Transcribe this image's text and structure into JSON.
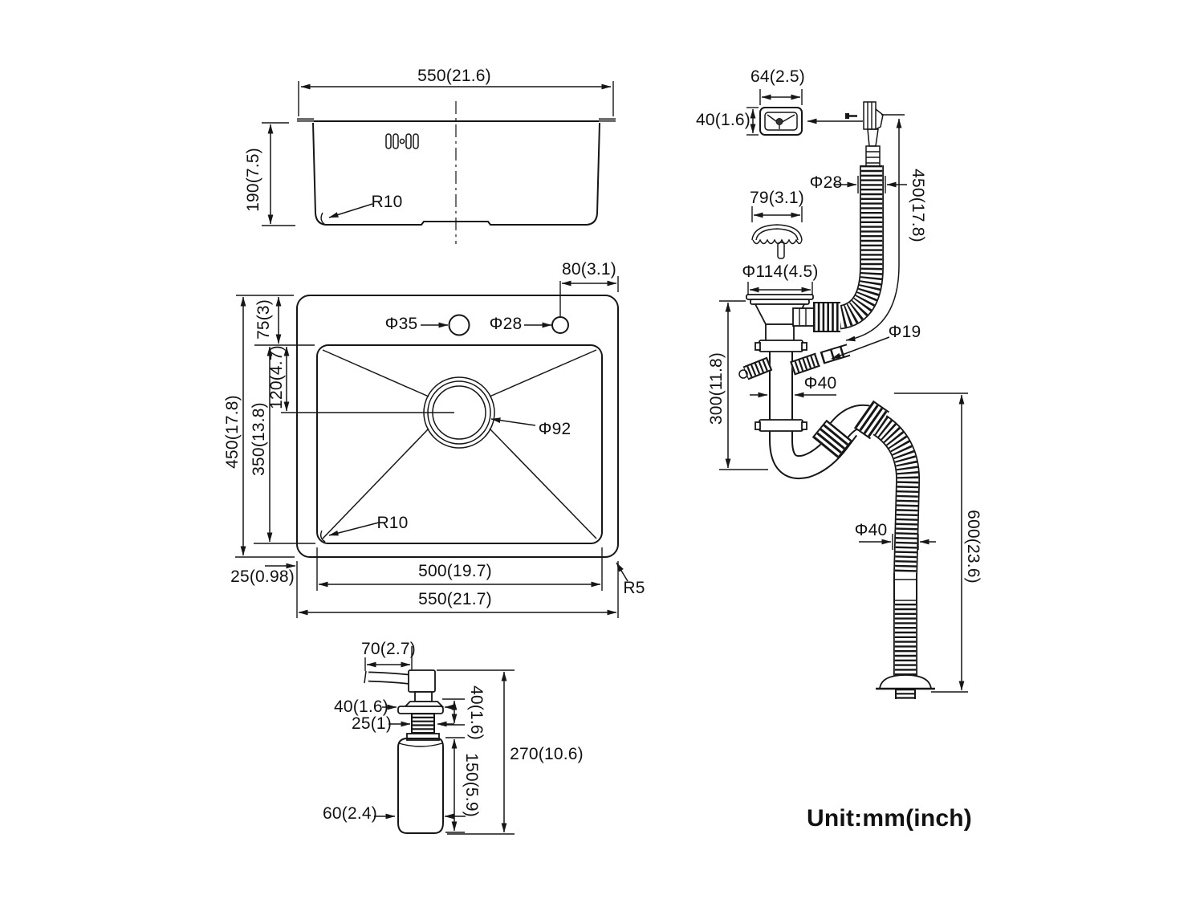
{
  "unit_note": "Unit:mm(inch)",
  "colors": {
    "background": "#ffffff",
    "line": "#161616",
    "text": "#111111"
  },
  "side_view": {
    "width": "550(21.6)",
    "depth": "190(7.5)",
    "bottom_radius": "R10"
  },
  "top_view": {
    "hole_offset": "80(3.1)",
    "rim_top": "75(3)",
    "drain_offset": "120(4.7)",
    "bowl_length": "350(13.8)",
    "overall_length": "450(17.8)",
    "faucet_hole_dia": "Φ35",
    "soap_hole_dia": "Φ28",
    "drain_dia": "Φ92",
    "bowl_radius": "R10",
    "rim_side": "25(0.98)",
    "bowl_width": "500(19.7)",
    "overall_width": "550(21.7)",
    "corner_radius": "R5"
  },
  "drain_kit": {
    "overflow_width": "64(2.5)",
    "overflow_height": "40(1.6)",
    "overflow_hose_dia": "Φ28",
    "overflow_hose_length": "450(17.8)",
    "strainer_dia": "79(3.1)",
    "flange_dia": "Φ114(4.5)",
    "trap_height": "300(11.8)",
    "barb_dia": "Φ19",
    "pipe_dia": "Φ40",
    "outlet_hose_dia": "Φ40",
    "outlet_hose_length": "600(23.6)"
  },
  "soap_dispenser": {
    "spout_length": "70(2.7)",
    "flange_width": "40(1.6)",
    "thread_dia": "25(1)",
    "neck_height": "40(1.6)",
    "bottle_height": "150(5.9)",
    "overall_height": "270(10.6)",
    "bottle_dia": "60(2.4)"
  }
}
